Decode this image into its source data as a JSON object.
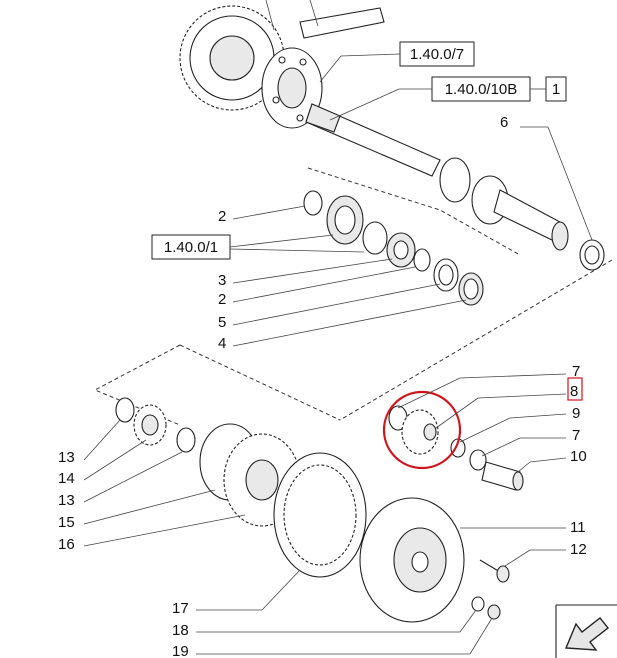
{
  "references": {
    "ref_a": "1.40.0/7",
    "ref_b": "1.40.0/10B",
    "ref_b_qty": "1",
    "ref_c": "1.40.0/1"
  },
  "callouts": {
    "n6": "6",
    "n2a": "2",
    "n3": "3",
    "n2b": "2",
    "n5": "5",
    "n4": "4",
    "n7a": "7",
    "n8": "8",
    "n9": "9",
    "n7b": "7",
    "n10": "10",
    "n11": "11",
    "n12": "12",
    "n13a": "13",
    "n14": "14",
    "n13b": "13",
    "n15": "15",
    "n16": "16",
    "n17": "17",
    "n18": "18",
    "n19": "19"
  },
  "highlight": {
    "color": "#d0141c",
    "part": "8"
  }
}
